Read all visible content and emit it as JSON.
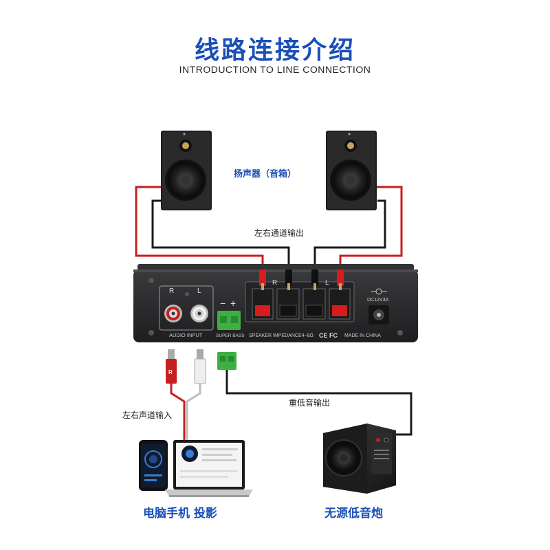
{
  "header": {
    "title": "线路连接介绍",
    "subtitle": "INTRODUCTION TO LINE CONNECTION"
  },
  "labels": {
    "speakers": "扬声器（音箱）",
    "lr_output": "左右通道输出",
    "lr_input": "左右声道输入",
    "sub_output": "重低音输出",
    "devices": "电脑手机 投影",
    "subwoofer": "无源低音炮"
  },
  "amp": {
    "audio_input": "AUDIO INPUT",
    "r": "R",
    "l": "L",
    "minus": "−",
    "plus": "+",
    "super_bass": "SUPER BASS",
    "impedance": "SPEAKER IMPEDANCE4~8Ω",
    "ce_fc": "CE FC",
    "made_in": "MADE IN CHINA",
    "dc": "DC12V3A",
    "plug_r": "R"
  },
  "colors": {
    "title_blue": "#1a4fb8",
    "wire_red": "#c81e1e",
    "wire_black": "#1a1a1a",
    "amp_body": "#2a2a2c",
    "terminal_red": "#d81c1c",
    "bass_green": "#3cb043"
  }
}
